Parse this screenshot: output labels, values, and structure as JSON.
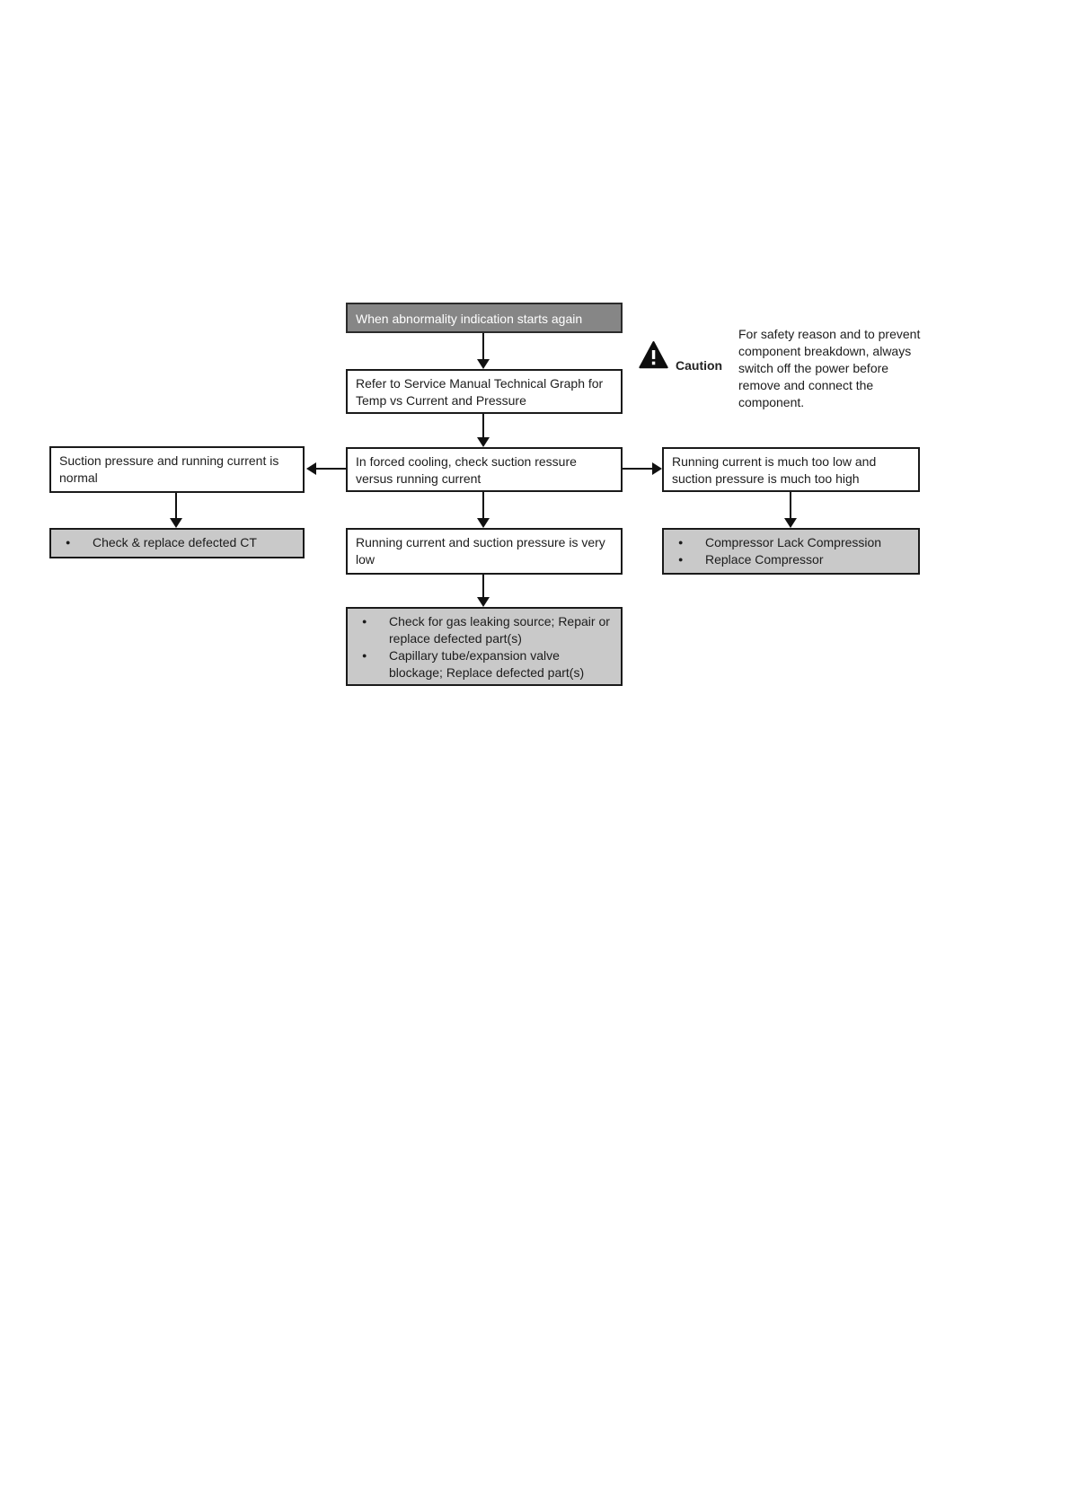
{
  "glyphs": {
    "bullet": "●"
  },
  "caution": {
    "label": "Caution",
    "text": "For safety reason and to prevent component breakdown, always switch off the power before remove and connect the component."
  },
  "flowchart": {
    "start": "When abnormality indication starts again",
    "refer": "Refer to Service Manual Technical Graph for Temp vs Current and Pressure",
    "forced_cooling_check": "In forced cooling, check suction ressure versus running current",
    "left_branch": "Suction pressure and running current is normal",
    "right_branch": "Running current is much too low and suction pressure is much too high",
    "center_result": "Running current and suction pressure is very low",
    "left_action_items": [
      "Check & replace defected CT"
    ],
    "right_action_items": [
      "Compressor Lack Compression",
      "Replace Compressor"
    ],
    "center_action_items": [
      "Check for gas leaking source; Repair or replace defected part(s)",
      "Capillary tube/expansion valve blockage; Replace defected part(s)"
    ]
  },
  "colors": {
    "dark_box_bg": "#868686",
    "dark_box_text": "#ffffff",
    "gray_box_bg": "#c9c9c9",
    "box_border": "#1a1a1a",
    "arrow": "#111111",
    "page_bg": "#ffffff"
  }
}
